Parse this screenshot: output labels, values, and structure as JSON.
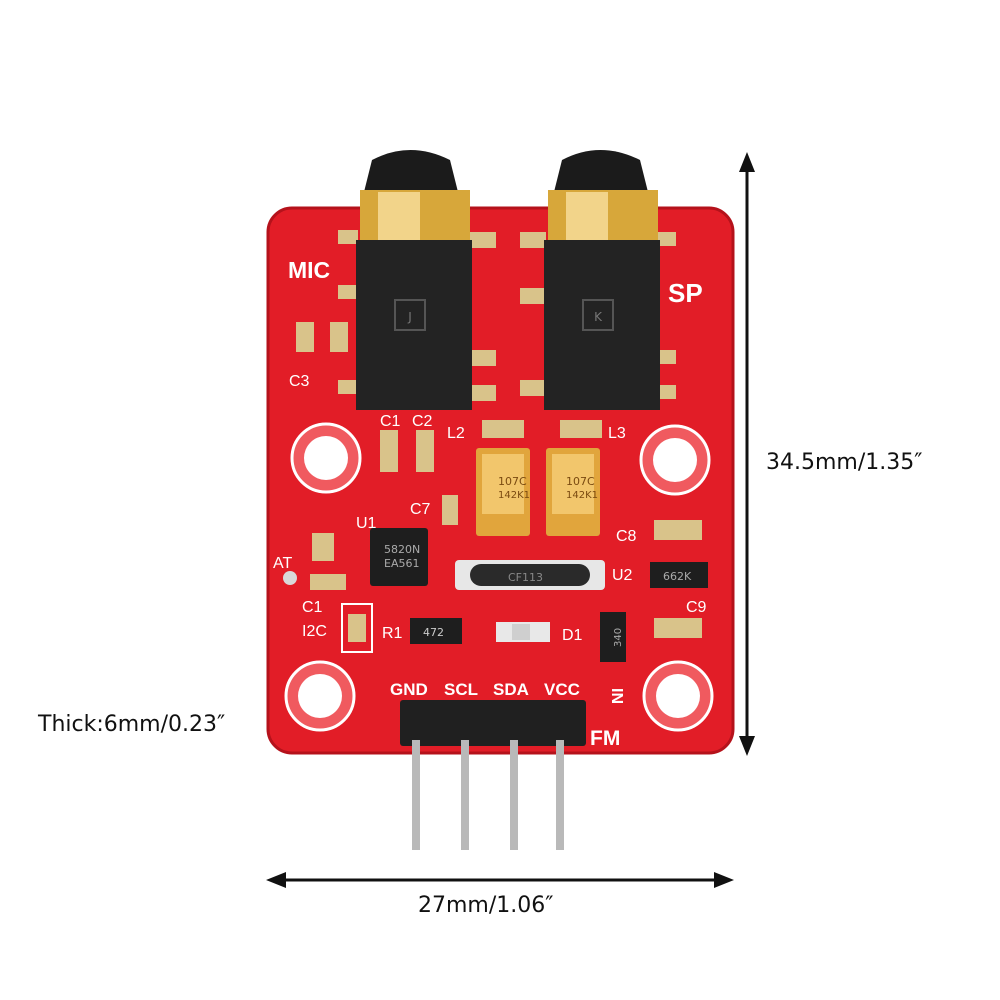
{
  "dimensions": {
    "height": "34.5mm/1.35″",
    "width": "27mm/1.06″",
    "thickness": "Thick:6mm/0.23″"
  },
  "board": {
    "color": "#e21d27",
    "labels": {
      "mic": "MIC",
      "sp": "SP",
      "c3": "C3",
      "c1a": "C1",
      "c2": "C2",
      "l2": "L2",
      "l3": "L3",
      "c7": "C7",
      "u1": "U1",
      "c8": "C8",
      "at": "AT",
      "u2": "U2",
      "c1b": "C1",
      "c9": "C9",
      "i2c": "I2C",
      "r1": "R1",
      "d1": "D1",
      "gnd": "GND",
      "scl": "SCL",
      "sda": "SDA",
      "vcc": "VCC",
      "in": "IN",
      "fm": "FM"
    },
    "chip_markings": {
      "u1_line1": "5820N",
      "u1_line2": "EA561",
      "cap_left_1": "107C",
      "cap_left_2": "142K1",
      "cap_right_1": "107C",
      "cap_right_2": "142K1",
      "crystal": "CF113",
      "u2": "662K",
      "r1": "472",
      "diode": "340",
      "jack_left": "J",
      "jack_right": "K"
    }
  }
}
